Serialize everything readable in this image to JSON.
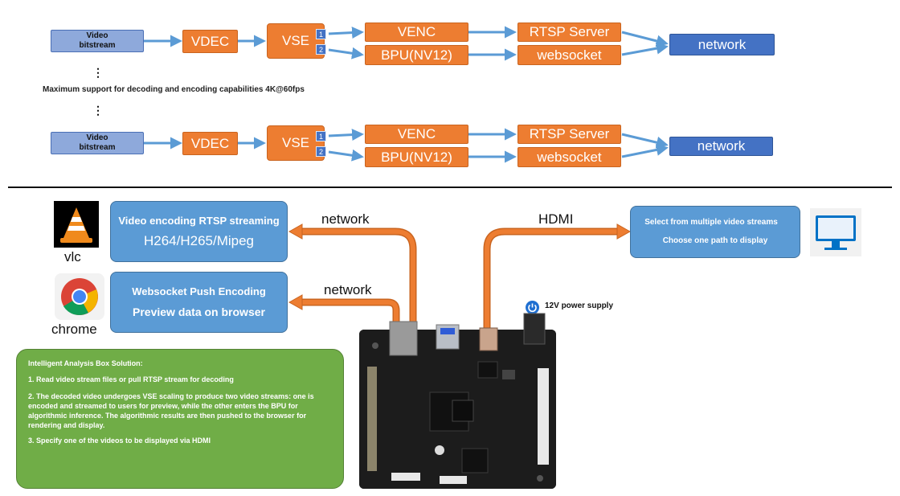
{
  "pipeline": {
    "source_label_line1": "Video",
    "source_label_line2": "bitstream",
    "vdec": "VDEC",
    "vse": "VSE",
    "port1": "1",
    "port2": "2",
    "venc": "VENC",
    "bpu": "BPU(NV12)",
    "rtsp": "RTSP Server",
    "websocket": "websocket",
    "network": "network",
    "ellipsis": "⋮",
    "capacity_note": "Maximum support for decoding and encoding capabilities 4K@60fps"
  },
  "clients": {
    "vlc_label": "vlc",
    "chrome_label": "chrome",
    "rtsp_box_title": "Video encoding RTSP streaming",
    "rtsp_box_formats": "H264/H265/Mipeg",
    "ws_box_line1": "Websocket Push Encoding",
    "ws_box_line2": "Preview data on browser",
    "network_label": "network"
  },
  "display": {
    "hdmi_label": "HDMI",
    "line1": "Select from multiple video streams",
    "line2": "Choose one path to display"
  },
  "power": {
    "label": "12V power supply"
  },
  "solution": {
    "title": "Intelligent Analysis Box Solution:",
    "items": [
      "1. Read video stream files or pull RTSP stream for decoding",
      "2. The decoded video undergoes VSE scaling to produce two video streams: one is encoded and streamed to users for preview, while the other enters the BPU for algorithmic inference. The algorithmic results are then pushed to the browser for rendering and display.",
      "3. Specify one of the videos to be displayed via HDMI"
    ]
  },
  "colors": {
    "orange": "#ed7d31",
    "flow_blue": "#4472c4",
    "source_blue": "#8ea9db",
    "box_blue": "#5b9bd5",
    "green": "#70ad47",
    "arrow_blue": "#5b9bd5"
  },
  "icons": [
    "vlc-cone-icon",
    "chrome-icon",
    "monitor-icon",
    "power-icon",
    "dev-board-image"
  ]
}
